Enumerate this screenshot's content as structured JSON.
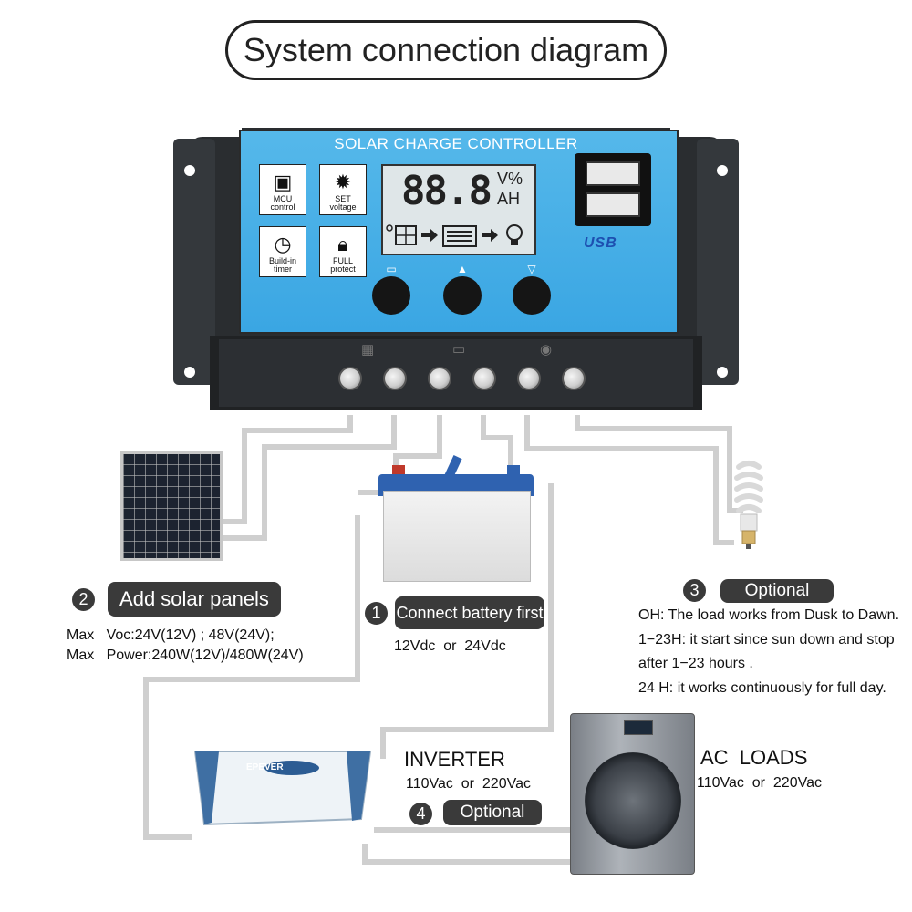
{
  "title": "System connection diagram",
  "controller": {
    "title": "SOLAR CHARGE CONTROLLER",
    "features": [
      {
        "icon": "chip-icon",
        "label_1": "MCU",
        "label_2": "control"
      },
      {
        "icon": "gear-icon",
        "label_1": "SET",
        "label_2": "voltage"
      },
      {
        "icon": "clock-icon",
        "label_1": "Build-in",
        "label_2": "timer"
      },
      {
        "icon": "lock-icon",
        "label_1": "FULL",
        "label_2": "protect"
      }
    ],
    "lcd": {
      "digits": "88.8",
      "unit_1": "V%",
      "unit_2": "AH"
    },
    "usb_label": "USB",
    "buttons": [
      "menu-button",
      "up-button",
      "down-button"
    ]
  },
  "step_2": {
    "number": "2",
    "label": "Add solar panels",
    "spec_1": "Max   Voc:24V(12V) ; 48V(24V);",
    "spec_2": "Max   Power:240W(12V)/480W(24V)"
  },
  "step_1": {
    "number": "1",
    "label": "Connect battery first",
    "spec": "12Vdc  or  24Vdc"
  },
  "step_3": {
    "number": "3",
    "label": "Optional",
    "notes": [
      "OH: The load works from Dusk to Dawn.",
      "1−23H: it start since sun down and stop",
      "after 1−23 hours .",
      "24 H: it works continuously for full day."
    ]
  },
  "inverter": {
    "title": "INVERTER",
    "spec": "110Vac  or  220Vac",
    "brand": "EPEVER"
  },
  "step_4": {
    "number": "4",
    "label": "Optional"
  },
  "ac_loads": {
    "title": "AC  LOADS",
    "spec": "110Vac  or  220Vac"
  }
}
